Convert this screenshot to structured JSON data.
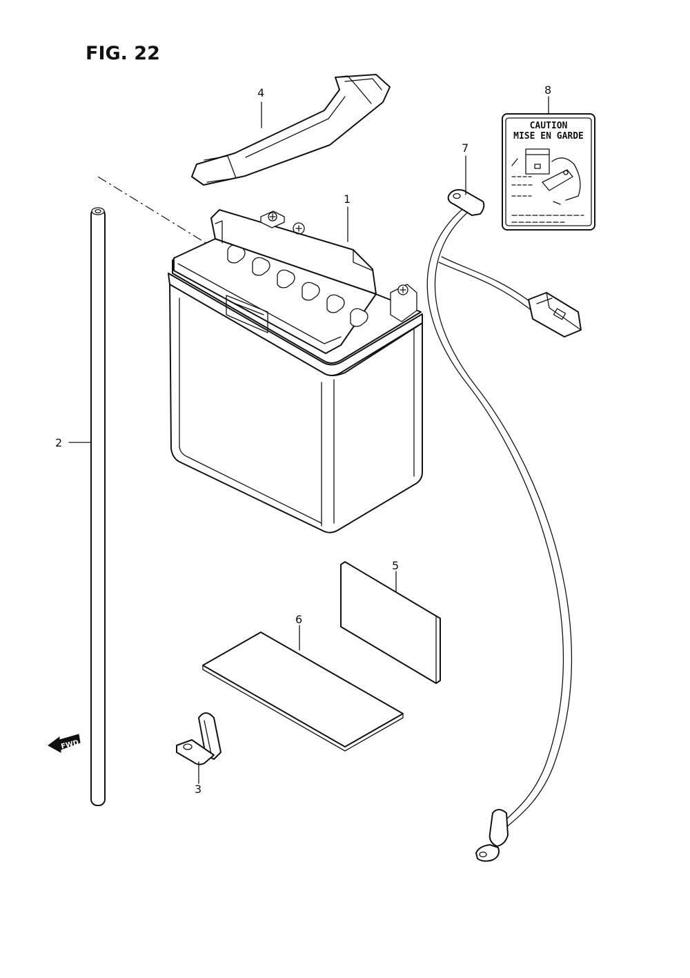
{
  "figure": {
    "title": "FIG. 22"
  },
  "callouts": {
    "battery": "1",
    "breather_tube": "2",
    "clamp": "3",
    "battery_band": "4",
    "cushion_upper": "5",
    "cushion_lower": "6",
    "ground_lead": "7",
    "caution_label": "8"
  },
  "caution_label": {
    "line1": "CAUTION",
    "line2": "MISE EN GARDE"
  },
  "fwd_arrow": {
    "text": "FWD"
  }
}
